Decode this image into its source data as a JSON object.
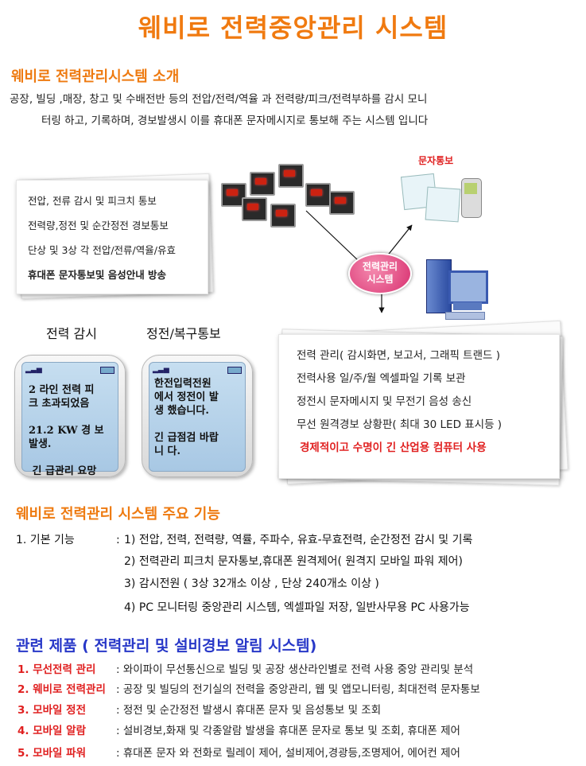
{
  "title": "웨비로 전력중앙관리 시스템",
  "intro": {
    "heading": "웨비로 전력관리시스템 소개",
    "line1": "공장, 빌딩 ,매장, 창고 및 수배전반  등의 전압/전력/역율 과 전력량/피크/전력부하를 감시 모니",
    "line2": "터링 하고, 기록하며, 경보발생시 이를  휴대폰 문자메시지로 통보해 주는 시스템 입니다"
  },
  "left_features": [
    "전압, 전류 감시 및 피크치 통보",
    "전력량,정전 및 순간정전 경보통보",
    "단상 및 3상 각 전압/전류/역율/유효",
    "휴대폰 문자통보및 음성안내 방송"
  ],
  "diagram": {
    "sms_label": "문자통보",
    "hub_line1": "전력관리",
    "hub_line2": "시스템"
  },
  "phones": [
    {
      "caption": "전력 감시",
      "text": "2 라인 전력 피\n크 초과되었음\n\n21.2 KW 경 보\n발생.\n\n 긴 급관리 요망"
    },
    {
      "caption": "정전/복구통보",
      "text": "한전입력전원\n에서 정전이 발\n생 했습니다.\n\n긴 급점검 바랍\n니 다."
    }
  ],
  "right_features": [
    "전력 관리( 감시화면, 보고서, 그래픽 트랜드 )",
    "전력사용 일/주/월  엑셀파일 기록 보관",
    "정전시 문자메시지 및 무전기 음성 송신",
    "무선 원격경보 상황판( 최대 30 LED 표시등 )"
  ],
  "right_highlight": "경제적이고 수명이 긴 산업용 컴퓨터 사용",
  "functions": {
    "heading": "웨비로 전력관리 시스템 주요 기능",
    "label": "1.  기본 기능",
    "items": [
      "1) 전압, 전력, 전력량, 역률, 주파수, 유효-무효전력, 순간정전 감시 및 기록",
      "2) 전력관리 피크치 문자통보,휴대폰 원격제어( 원격지 모바일 파워 제어)",
      "3) 감시전원 ( 3상 32개소 이상 , 단상 240개소 이상 )",
      "4) PC 모니터링 중앙관리 시스템, 엑셀파일 저장, 일반사무용 PC 사용가능"
    ]
  },
  "products": {
    "heading": "관련 제품 ( 전력관리 및 설비경보 알림 시스템)",
    "items": [
      {
        "name": "1. 무선전력 관리",
        "desc": ": 와이파이 무선통신으로 빌딩 및 공장 생산라인별로 전력 사용 중앙 관리및 분석"
      },
      {
        "name": "2. 웨비로 전력관리",
        "desc": ": 공장 및 빌딩의 전기실의 전력을 중앙관리, 웹 및 앱모니터링, 최대전력 문자통보"
      },
      {
        "name": "3. 모바일 정전",
        "desc": ": 정전 및 순간정전 발생시 휴대폰 문자 및 음성통보 및 조회"
      },
      {
        "name": "4. 모바일 알람",
        "desc": ": 설비경보,화재 및 각종알람 발생을 휴대폰 문자로 통보 및 조회, 휴대폰 제어"
      },
      {
        "name": "5. 모바일 파워",
        "desc": ":  휴대폰 문자 와 전화로 릴레이 제어, 설비제어,경광등,조명제어, 에어컨 제어"
      }
    ]
  },
  "colors": {
    "title_orange": "#f07a10",
    "product_blue": "#2838c8",
    "product_red": "#e02020",
    "hub_pink": "#e0407a"
  }
}
